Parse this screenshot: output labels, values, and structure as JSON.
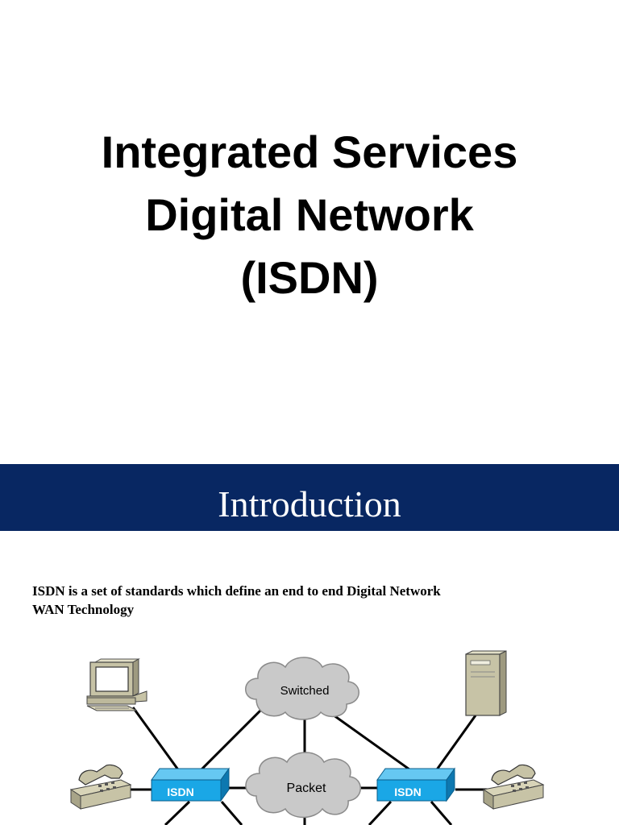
{
  "title_slide": {
    "title_lines": [
      "Integrated Services",
      "Digital Network",
      "(ISDN)"
    ]
  },
  "intro_slide": {
    "heading": "Introduction",
    "body_lines": [
      "ISDN is a set of standards which define an end to end Digital Network",
      "WAN Technology"
    ],
    "diagram": {
      "cloud_switched_label": "Switched",
      "cloud_packet_label": "Packet",
      "isdn_left_label": "ISDN",
      "isdn_right_label": "ISDN",
      "colors": {
        "banner": "#082762",
        "isdn_box": "#1aa7e6",
        "cloud": "#c9c9c9",
        "device": "#c7c3a6"
      },
      "icons": [
        "computer-icon",
        "server-icon",
        "telephone-icon",
        "cloud-icon"
      ]
    }
  }
}
